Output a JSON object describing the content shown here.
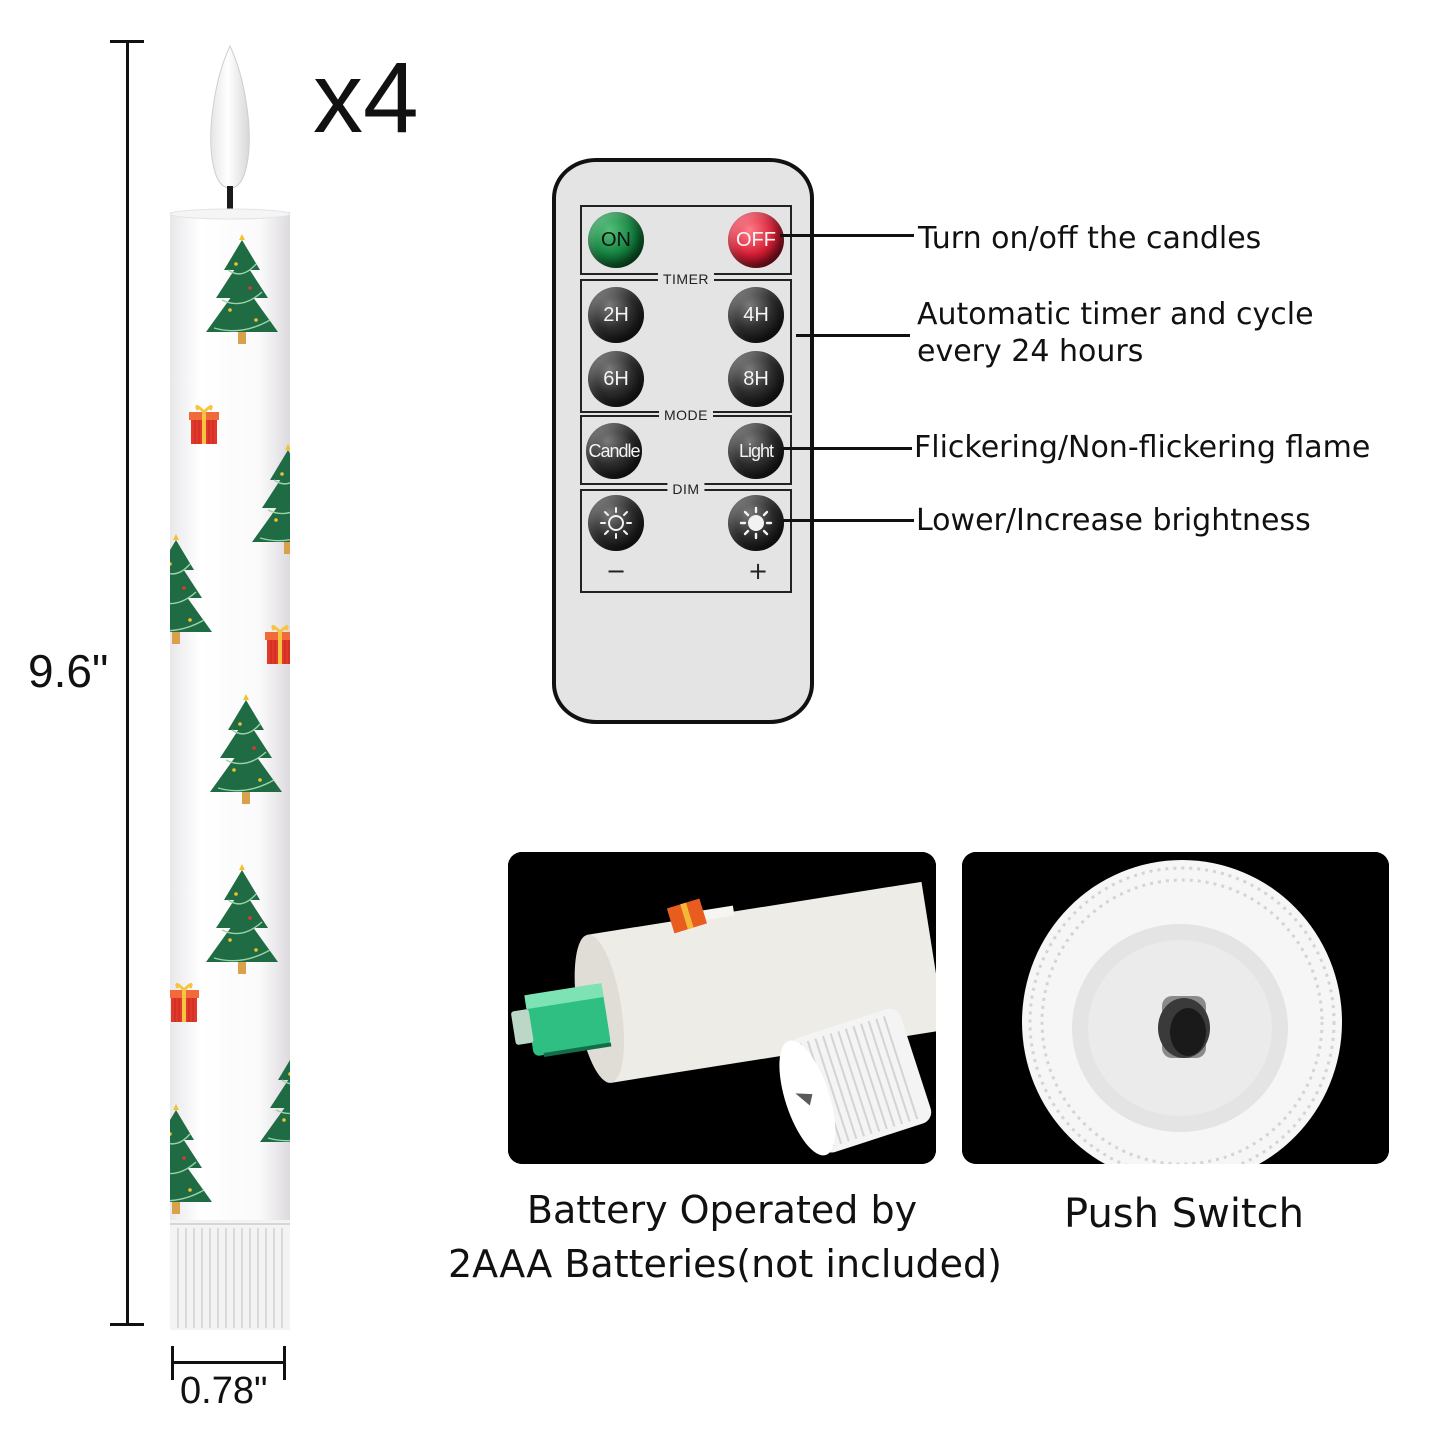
{
  "product": {
    "quantity_label": "x4",
    "height_label": "9.6\"",
    "width_label": "0.78\""
  },
  "remote": {
    "buttons": {
      "on": "ON",
      "off": "OFF",
      "timer_2h": "2H",
      "timer_4h": "4H",
      "timer_6h": "6H",
      "timer_8h": "8H",
      "mode_candle": "Candle",
      "mode_light": "Light"
    },
    "panel_labels": {
      "timer": "TIMER",
      "mode": "MODE",
      "dim": "DIM"
    },
    "dim_signs": {
      "minus": "−",
      "plus": "+"
    },
    "icons": {
      "dim_down": "sun-outline-icon",
      "dim_up": "sun-filled-icon"
    }
  },
  "callouts": {
    "power": "Turn on/off the candles",
    "timer_line1": "Automatic timer and cycle",
    "timer_line2": "every 24 hours",
    "mode": "Flickering/Non-flickering flame",
    "dim": "Lower/Increase brightness"
  },
  "features": {
    "battery_line1": "Battery Operated by",
    "battery_line2": "2AAA Batteries(not included)",
    "switch": "Push Switch"
  },
  "colors": {
    "on_button": "#12803d",
    "off_button": "#d51d33",
    "tree_green": "#1f6b43",
    "gift_red": "#e2372b",
    "remote_body": "#e4e4e4",
    "photo_background": "#000000"
  }
}
